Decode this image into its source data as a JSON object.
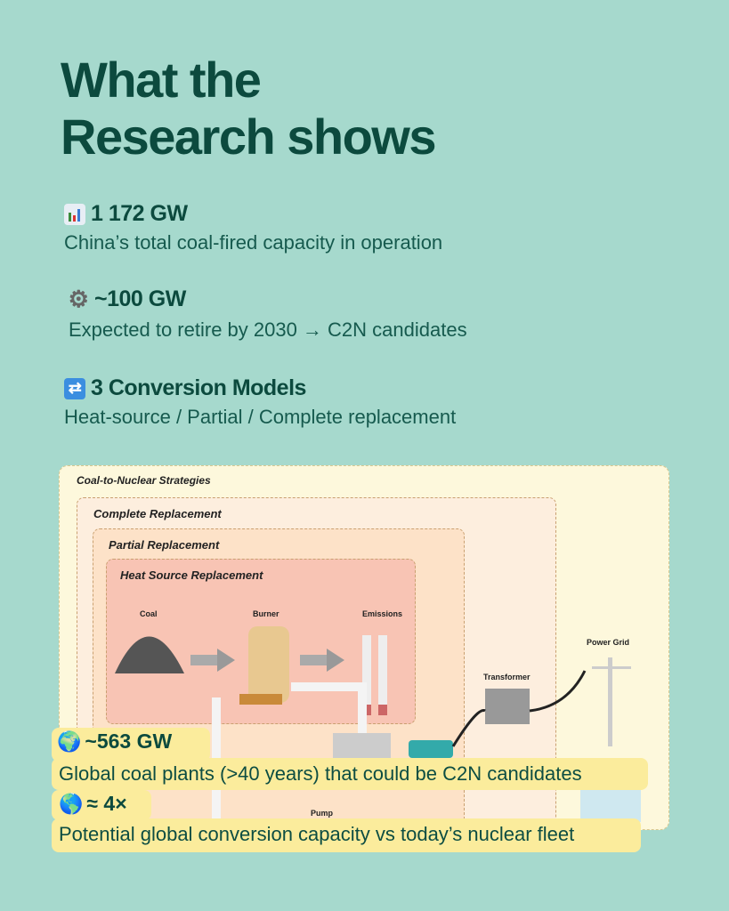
{
  "title": {
    "line1": "What the",
    "line2": "Research shows"
  },
  "stats": [
    {
      "icon": "bar-chart-icon",
      "value": "1 172 GW",
      "desc": "China’s total coal-fired capacity in operation"
    },
    {
      "icon": "gear-icon",
      "value": "~100 GW",
      "desc": "Expected to retire by 2030 → C2N candidates"
    },
    {
      "icon": "repeat-icon",
      "value": "3 Conversion Models",
      "desc": "Heat-source / Partial / Complete replacement"
    }
  ],
  "diagram": {
    "title": "Coal-to-Nuclear Strategies",
    "complete": "Complete Replacement",
    "partial": "Partial Replacement",
    "heat": "Heat Source Replacement",
    "labels": {
      "coal": "Coal",
      "burner": "Burner",
      "emissions": "Emissions",
      "transformer": "Transformer",
      "grid": "Power Grid",
      "pump": "Pump"
    }
  },
  "overlay": [
    {
      "icon": "globe-icon",
      "value": "~563 GW",
      "desc": "Global coal plants (>40 years) that could be C2N candidates"
    },
    {
      "icon": "globe-icon",
      "value": "≈ 4×",
      "desc": "Potential global conversion capacity vs today’s nuclear fleet"
    }
  ]
}
